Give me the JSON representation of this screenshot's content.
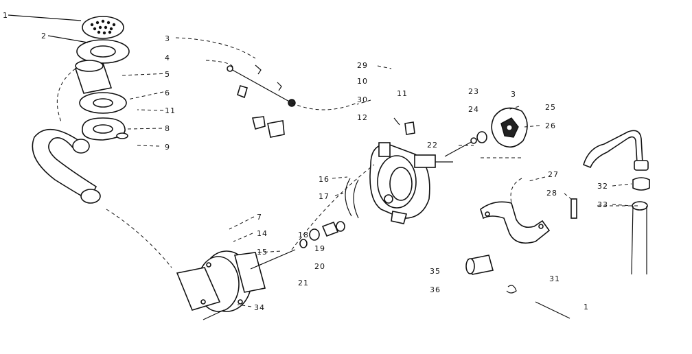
{
  "diagram": {
    "callouts": [
      {
        "id": "c1",
        "text": "1"
      },
      {
        "id": "c2",
        "text": "2"
      },
      {
        "id": "c3",
        "text": "3"
      },
      {
        "id": "c4",
        "text": "4"
      },
      {
        "id": "c5",
        "text": "5"
      },
      {
        "id": "c6",
        "text": "6"
      },
      {
        "id": "c11a",
        "text": "11"
      },
      {
        "id": "c8",
        "text": "8"
      },
      {
        "id": "c9",
        "text": "9"
      },
      {
        "id": "c29",
        "text": "29"
      },
      {
        "id": "c10",
        "text": "10"
      },
      {
        "id": "c30",
        "text": "30"
      },
      {
        "id": "c12",
        "text": "12"
      },
      {
        "id": "c11b",
        "text": "11"
      },
      {
        "id": "c23",
        "text": "23"
      },
      {
        "id": "c24",
        "text": "24"
      },
      {
        "id": "c25",
        "text": "25"
      },
      {
        "id": "c26",
        "text": "26"
      },
      {
        "id": "c3b",
        "text": "3"
      },
      {
        "id": "c22",
        "text": "22"
      },
      {
        "id": "c16",
        "text": "16"
      },
      {
        "id": "c17",
        "text": "17"
      },
      {
        "id": "c27",
        "text": "27"
      },
      {
        "id": "c28",
        "text": "28"
      },
      {
        "id": "c32",
        "text": "32"
      },
      {
        "id": "c33",
        "text": "33"
      },
      {
        "id": "c7",
        "text": "7"
      },
      {
        "id": "c14",
        "text": "14"
      },
      {
        "id": "c15",
        "text": "15"
      },
      {
        "id": "c18",
        "text": "18"
      },
      {
        "id": "c19",
        "text": "19"
      },
      {
        "id": "c20",
        "text": "20"
      },
      {
        "id": "c21",
        "text": "21"
      },
      {
        "id": "c34",
        "text": "34"
      },
      {
        "id": "c35",
        "text": "35"
      },
      {
        "id": "c36",
        "text": "36"
      },
      {
        "id": "c31",
        "text": "31"
      },
      {
        "id": "c1b",
        "text": "1"
      }
    ]
  }
}
